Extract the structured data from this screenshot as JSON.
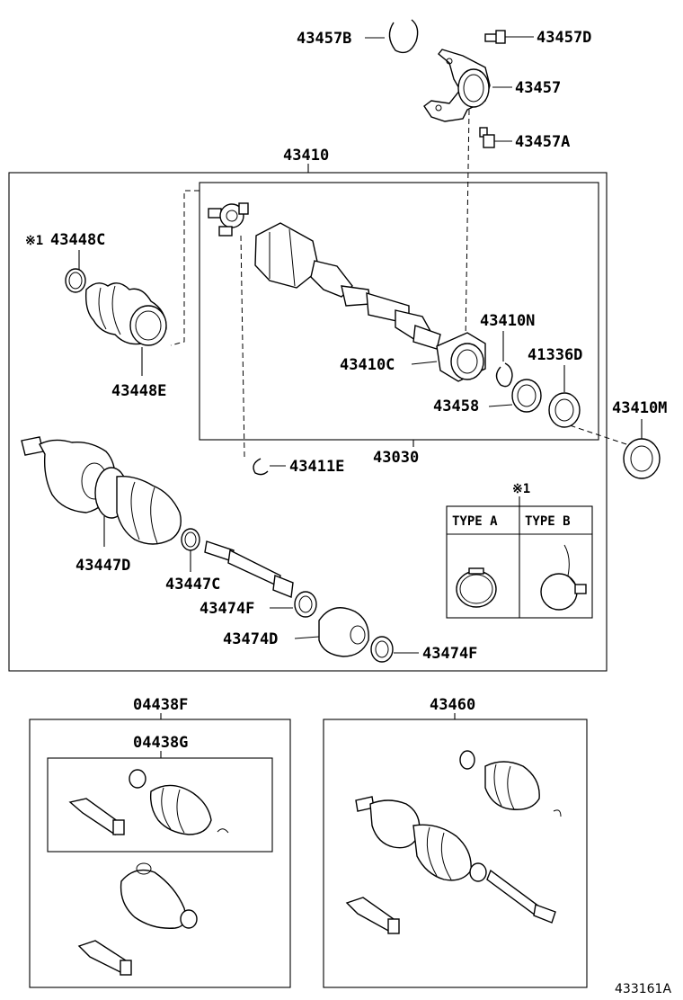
{
  "labels": {
    "p43457b": "43457B",
    "p43457d": "43457D",
    "p43457": "43457",
    "p43457a": "43457A",
    "p43410": "43410",
    "p43448c": "43448C",
    "ref_mark_1": "※1",
    "p43448e": "43448E",
    "p43410n": "43410N",
    "p43410c": "43410C",
    "p41336d": "41336D",
    "p43458": "43458",
    "p43410m": "43410M",
    "p43030": "43030",
    "p43411e": "43411E",
    "ref_mark_2": "※1",
    "type_a": "TYPE A",
    "type_b": "TYPE B",
    "p43447d": "43447D",
    "p43447c": "43447C",
    "p43474f_1": "43474F",
    "p43474d": "43474D",
    "p43474f_2": "43474F",
    "p04438f": "04438F",
    "p04438g": "04438G",
    "p43460": "43460",
    "diagram_id": "433161A"
  }
}
